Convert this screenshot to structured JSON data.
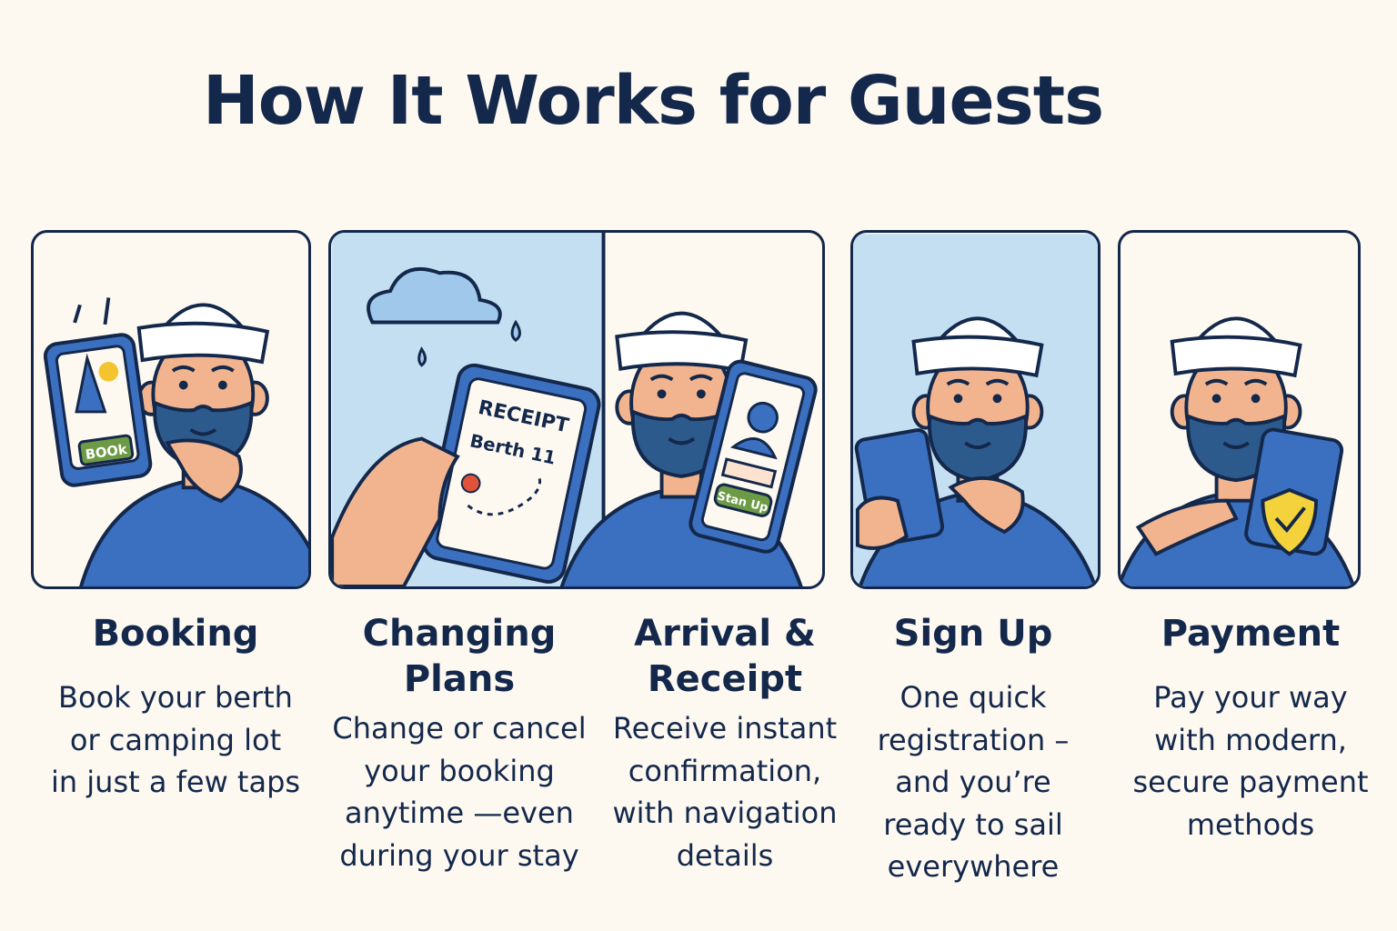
{
  "title": "How It Works for Guests",
  "colors": {
    "navy": "#14284b",
    "shirt": "#3b6fc0",
    "skin": "#f2b48e",
    "sky": "#c5dff2",
    "background": "#fdf9f1",
    "button_green": "#6d9a45"
  },
  "steps": [
    {
      "heading_lines": [
        "Booking"
      ],
      "body_lines": [
        "Book your berth",
        "or camping lot",
        "in just a few taps"
      ],
      "phone_label": "BOOk"
    },
    {
      "heading_lines": [
        "Changing",
        "Plans"
      ],
      "body_lines": [
        "Change or cancel",
        "your booking",
        "anytime —even",
        "during your stay"
      ],
      "receipt_title": "RECEIPT",
      "receipt_line": "Berth 11"
    },
    {
      "heading_lines": [
        "Arrival &",
        "Receipt"
      ],
      "body_lines": [
        "Receive instant",
        "confirmation,",
        "with navigation",
        "details"
      ],
      "phone_label": "Stan Up"
    },
    {
      "heading_lines": [
        "Sign Up"
      ],
      "body_lines": [
        "One quick",
        "registration –",
        "and you’re",
        "ready to sail",
        "everywhere"
      ]
    },
    {
      "heading_lines": [
        "Payment"
      ],
      "body_lines": [
        "Pay your way",
        "with modern,",
        "secure payment",
        "methods"
      ]
    }
  ]
}
